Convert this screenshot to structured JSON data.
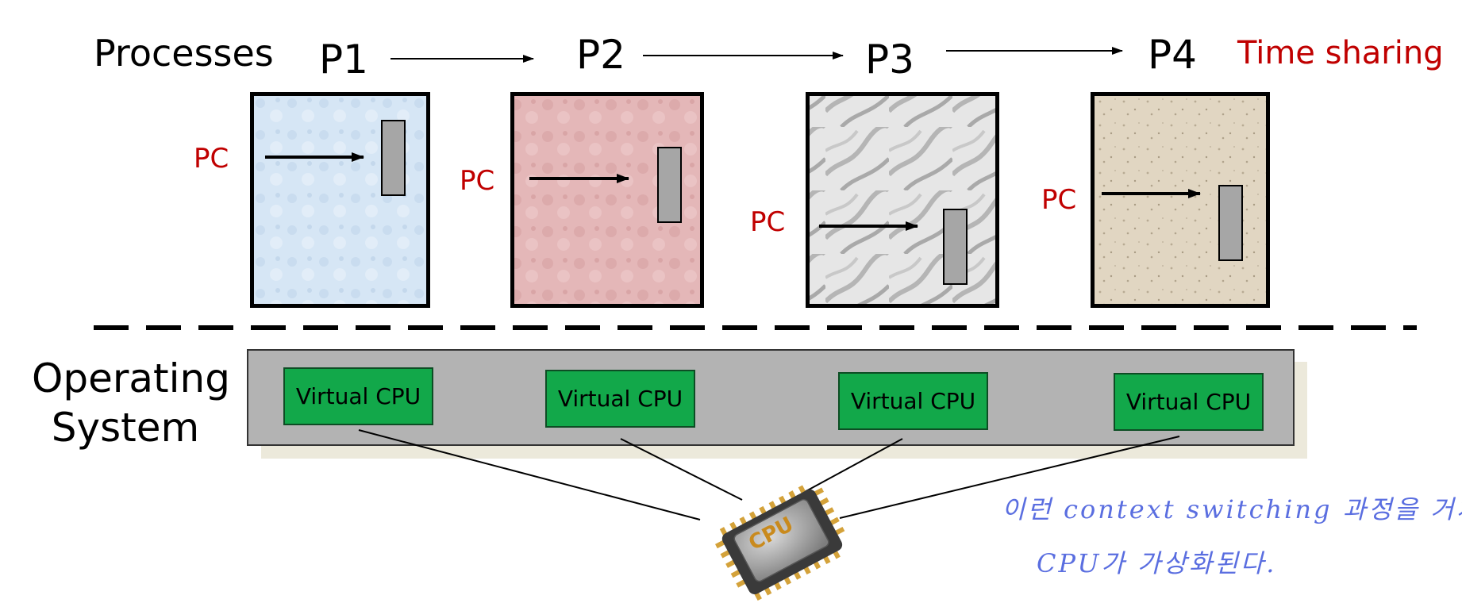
{
  "header": {
    "processes_label": "Processes",
    "time_sharing_label": "Time sharing"
  },
  "processes": [
    {
      "name": "P1",
      "pc_label": "PC",
      "fill": "#d6e6f5"
    },
    {
      "name": "P2",
      "pc_label": "PC",
      "fill": "#e4b7b8"
    },
    {
      "name": "P3",
      "pc_label": "PC",
      "fill": "#dcdcdc"
    },
    {
      "name": "P4",
      "pc_label": "PC",
      "fill": "#e1d6c2"
    }
  ],
  "os": {
    "label_line1": "Operating",
    "label_line2": "System",
    "virtual_cpus": [
      "Virtual CPU",
      "Virtual CPU",
      "Virtual CPU",
      "Virtual CPU"
    ]
  },
  "cpu": {
    "chip_label": "CPU"
  },
  "handwritten_note": {
    "line1": "이런 context switching 과정을 거쳐",
    "line2": "CPU가 가상화된다."
  },
  "colors": {
    "accent_red": "#c00000",
    "virtual_cpu_green": "#12a84a",
    "os_bar_gray": "#b3b3b3",
    "memory_cell_gray": "#a6a6a6",
    "note_blue": "#5a6ee0"
  }
}
